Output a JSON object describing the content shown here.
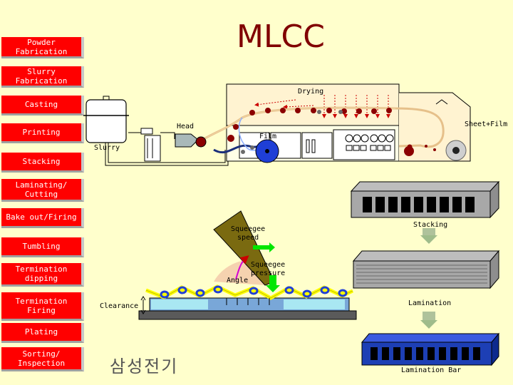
{
  "title": "MLCC",
  "brand": "삼성전기",
  "process_steps": [
    {
      "label": "Powder\nFabrication"
    },
    {
      "label": "Slurry\nFabrication"
    },
    {
      "label": "Casting"
    },
    {
      "label": "Printing"
    },
    {
      "label": "Stacking"
    },
    {
      "label": "Laminating/\nCutting"
    },
    {
      "label": "Bake out/Firing"
    },
    {
      "label": "Tumbling"
    },
    {
      "label": "Termination\ndipping"
    },
    {
      "label": "Termination\nFiring"
    },
    {
      "label": "Plating"
    },
    {
      "label": "Sorting/\nInspection"
    }
  ],
  "casting_machine": {
    "drying": "Drying",
    "head": "Head",
    "film": "Film",
    "slurry": "Slurry",
    "sheet_film": "Sheet+Film"
  },
  "printing_detail": {
    "squeegee_speed": "Squeegee\nspeed",
    "squeegee_pressure": "Squeegee\npressure",
    "angle": "Angle",
    "clearance": "Clearance"
  },
  "stacking_flow": {
    "stacking": "Stacking",
    "lamination": "Lamination",
    "lamination_bar": "Lamination Bar"
  },
  "colors": {
    "background": "#ffffcc",
    "step_box": "#ff0000",
    "title": "#800000",
    "lamination_bar": "#1d3fb5"
  }
}
